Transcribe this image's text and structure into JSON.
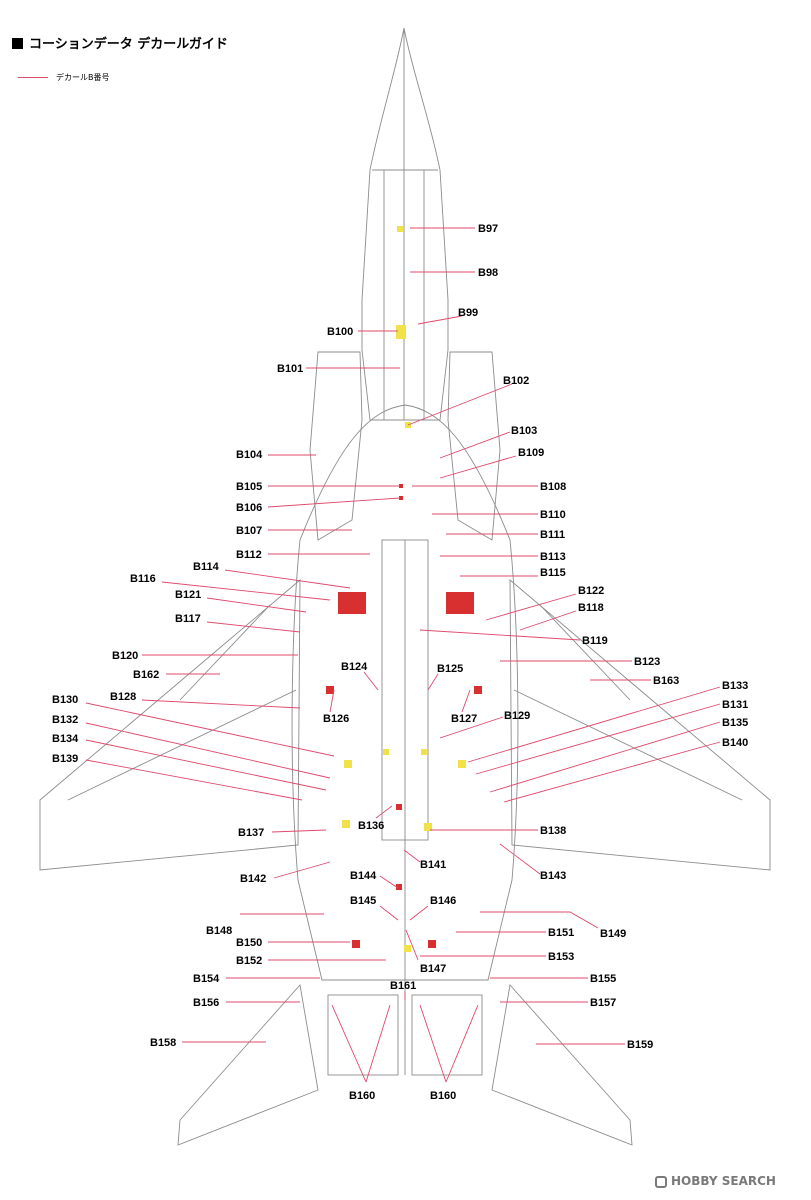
{
  "header": {
    "title": "コーションデータ デカールガイド"
  },
  "legend": {
    "label": "デカールB番号",
    "line_color": "#e0486a"
  },
  "watermark": {
    "text": "HOBBY SEARCH"
  },
  "colors": {
    "outline": "#8c8c8c",
    "leader": "#e0486a",
    "decal_yellow": "#f2e24a",
    "decal_red": "#d83030",
    "label": "#000000"
  },
  "labels": [
    "B97",
    "B98",
    "B99",
    "B100",
    "B101",
    "B102",
    "B103",
    "B104",
    "B105",
    "B106",
    "B107",
    "B108",
    "B109",
    "B110",
    "B111",
    "B112",
    "B113",
    "B114",
    "B115",
    "B116",
    "B117",
    "B118",
    "B119",
    "B120",
    "B121",
    "B122",
    "B123",
    "B124",
    "B125",
    "B126",
    "B127",
    "B128",
    "B129",
    "B130",
    "B131",
    "B132",
    "B133",
    "B134",
    "B135",
    "B136",
    "B137",
    "B138",
    "B139",
    "B140",
    "B141",
    "B142",
    "B143",
    "B144",
    "B145",
    "B146",
    "B147",
    "B148",
    "B149",
    "B150",
    "B151",
    "B152",
    "B153",
    "B154",
    "B155",
    "B156",
    "B157",
    "B158",
    "B159",
    "B160",
    "B161",
    "B162",
    "B163"
  ]
}
